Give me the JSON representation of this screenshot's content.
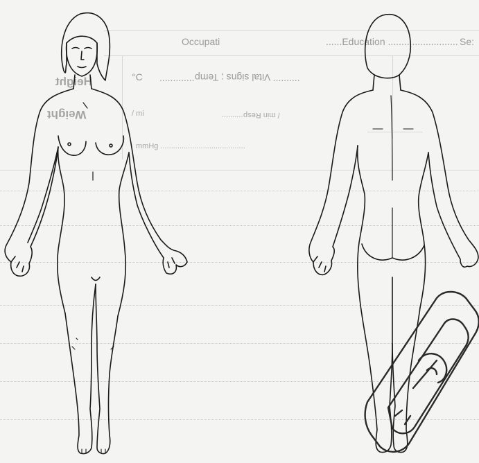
{
  "show_through_form": {
    "sex_label": "Se:",
    "education_label": "Education",
    "occupation_label": "Occupati",
    "height_label": "Height",
    "weight_label": "Weight",
    "vital_signs_label": "Vital signs ; Temp",
    "temp_unit": "°C",
    "resp_label": "/ min Resp",
    "resp_unit": "/ mi",
    "mmhg_label": "mmHg"
  },
  "colors": {
    "paper": "#f4f4f2",
    "ink": "#1a1a1a",
    "show_through": "#9a9a9a",
    "watermark": "#2a2a2a"
  },
  "watermark": {
    "type": "logo",
    "description_icon": "stamp-watermark-icon"
  }
}
